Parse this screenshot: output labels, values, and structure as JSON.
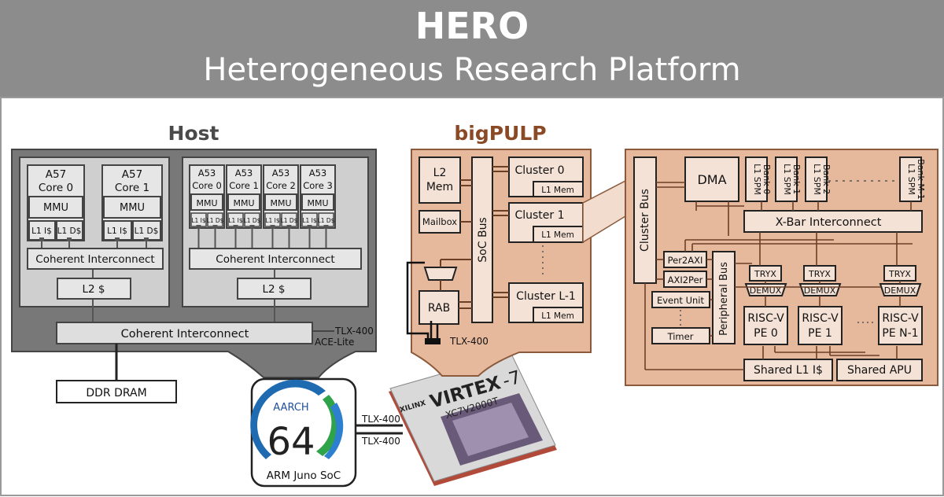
{
  "header": {
    "title": "HERO",
    "subtitle": "Heterogeneous Research Platform"
  },
  "host": {
    "title": "Host",
    "a57_cores": [
      {
        "core": [
          "A57",
          "Core 0"
        ],
        "mmu": "MMU",
        "l1i": "L1 I$",
        "l1d": "L1 D$"
      },
      {
        "core": [
          "A57",
          "Core 1"
        ],
        "mmu": "MMU",
        "l1i": "L1 I$",
        "l1d": "L1 D$"
      }
    ],
    "a53_cores": [
      {
        "core": [
          "A53",
          "Core 0"
        ],
        "mmu": "MMU",
        "l1i": "L1 I$",
        "l1d": "L1 D$"
      },
      {
        "core": [
          "A53",
          "Core 1"
        ],
        "mmu": "MMU",
        "l1i": "L1 I$",
        "l1d": "L1 D$"
      },
      {
        "core": [
          "A53",
          "Core 2"
        ],
        "mmu": "MMU",
        "l1i": "L1 I$",
        "l1d": "L1 D$"
      },
      {
        "core": [
          "A53",
          "Core 3"
        ],
        "mmu": "MMU",
        "l1i": "L1 I$",
        "l1d": "L1 D$"
      }
    ],
    "cluster_interconnect": "Coherent Interconnect",
    "l2": "L2 $",
    "main_interconnect": "Coherent Interconnect",
    "tlx": "TLX-400",
    "ace": "ACE-Lite",
    "ddr": "DDR DRAM"
  },
  "juno": {
    "aarch": "AARCH",
    "num": "64",
    "label": "ARM Juno SoC"
  },
  "links": [
    "TLX-400",
    "TLX-400"
  ],
  "fpga": {
    "brand": "XILINX",
    "family": "VIRTEX",
    "suffix": "-7",
    "part": "XC7V2000T"
  },
  "bigpulp": {
    "title": "bigPULP",
    "l2mem": [
      "L2",
      "Mem"
    ],
    "mailbox": "Mailbox",
    "rab": "RAB",
    "soc_bus": "SoC Bus",
    "tlx": "TLX-400",
    "clusters": [
      {
        "name": "Cluster 0",
        "mem": "L1 Mem"
      },
      {
        "name": "Cluster 1",
        "mem": "L1 Mem"
      },
      {
        "name": "Cluster L-1",
        "mem": "L1 Mem"
      }
    ]
  },
  "cluster": {
    "cluster_bus": "Cluster Bus",
    "dma": "DMA",
    "spm_banks": [
      [
        "L1 SPM",
        "Bank 0"
      ],
      [
        "L1 SPM",
        "Bank 1"
      ],
      [
        "L1 SPM",
        "Bank 2"
      ],
      [
        "L1 SPM",
        "Bank M-1"
      ]
    ],
    "xbar": "X-Bar Interconnect",
    "per2axi": "Per2AXI",
    "axi2per": "AXI2Per",
    "event_unit": "Event Unit",
    "timer": "Timer",
    "peripheral_bus": "Peripheral Bus",
    "pes": [
      {
        "tryx": "TRYX",
        "demux": "DEMUX",
        "name": [
          "RISC-V",
          "PE 0"
        ]
      },
      {
        "tryx": "TRYX",
        "demux": "DEMUX",
        "name": [
          "RISC-V",
          "PE 1"
        ]
      },
      {
        "tryx": "TRYX",
        "demux": "DEMUX",
        "name": [
          "RISC-V",
          "PE N-1"
        ]
      }
    ],
    "shared_icache": "Shared L1 I$",
    "shared_apu": "Shared APU"
  }
}
